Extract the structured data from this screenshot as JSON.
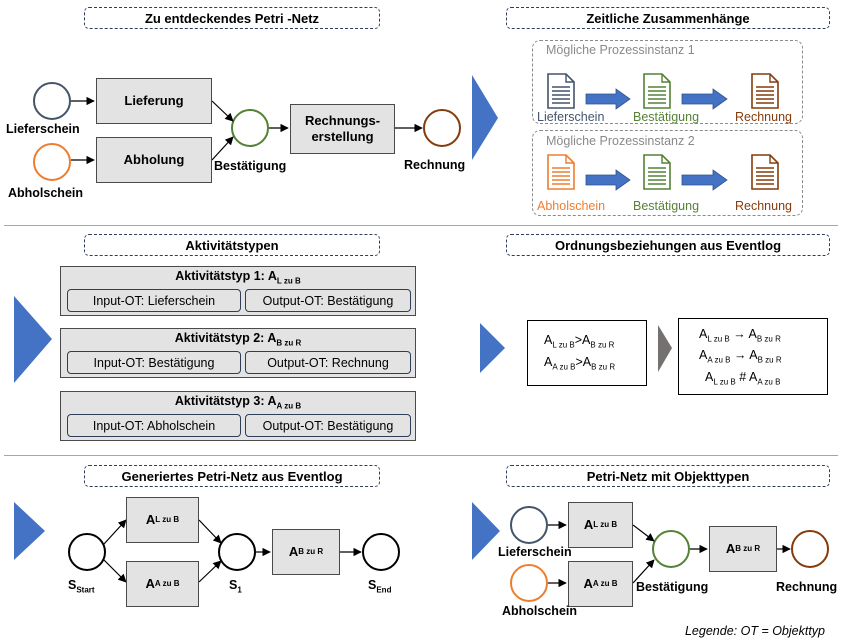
{
  "headers": {
    "top_left": "Zu entdeckendes Petri -Netz",
    "top_right": "Zeitliche Zusammenhänge",
    "mid_left": "Aktivitätstypen",
    "mid_right": "Ordnungsbeziehungen aus Eventlog",
    "bot_left": "Generiertes Petri-Netz aus Eventlog",
    "bot_right": "Petri-Netz mit Objekttypen"
  },
  "top_net": {
    "lieferung": "Lieferung",
    "abholung": "Abholung",
    "rechnungs_line1": "Rechnungs-",
    "rechnungs_line2": "erstellung",
    "lieferschein": "Lieferschein",
    "abholschein": "Abholschein",
    "bestaetigung": "Bestätigung",
    "rechnung": "Rechnung"
  },
  "instances": [
    {
      "title": "Mögliche Prozessinstanz 1",
      "doc1": "Lieferschein",
      "doc2": "Bestätigung",
      "doc3": "Rechnung"
    },
    {
      "title": "Mögliche Prozessinstanz 2",
      "doc1": "Abholschein",
      "doc2": "Bestätigung",
      "doc3": "Rechnung"
    }
  ],
  "activity_types": [
    {
      "title": "Aktivitätstyp 1: A",
      "sub": "L zu B",
      "input": "Input-OT: Lieferschein",
      "output": "Output-OT: Bestätigung"
    },
    {
      "title": "Aktivitätstyp 2: A",
      "sub": "B zu R",
      "input": "Input-OT: Bestätigung",
      "output": "Output-OT: Rechnung"
    },
    {
      "title": "Aktivitätstyp 3: A",
      "sub": "A zu B",
      "input": "Input-OT: Abholschein",
      "output": "Output-OT: Bestätigung"
    }
  ],
  "ordering": {
    "a": "A",
    "gt": ">",
    "arrow": "→",
    "hash": "#",
    "l_zu_b": "L zu B",
    "a_zu_b": "A zu B",
    "b_zu_r": "B zu R"
  },
  "generated_net": {
    "s": "S",
    "start": "Start",
    "one": "1",
    "end": "End"
  },
  "objtype_net": {
    "lieferschein": "Lieferschein",
    "abholschein": "Abholschein",
    "bestaetigung": "Bestätigung",
    "rechnung": "Rechnung"
  },
  "legend": "Legende: OT = Objekttyp",
  "colors": {
    "navy": "#44546a",
    "orange": "#ed7d31",
    "green": "#548235",
    "brown": "#843c0c",
    "blue": "#4472c4",
    "gray": "#767171"
  }
}
